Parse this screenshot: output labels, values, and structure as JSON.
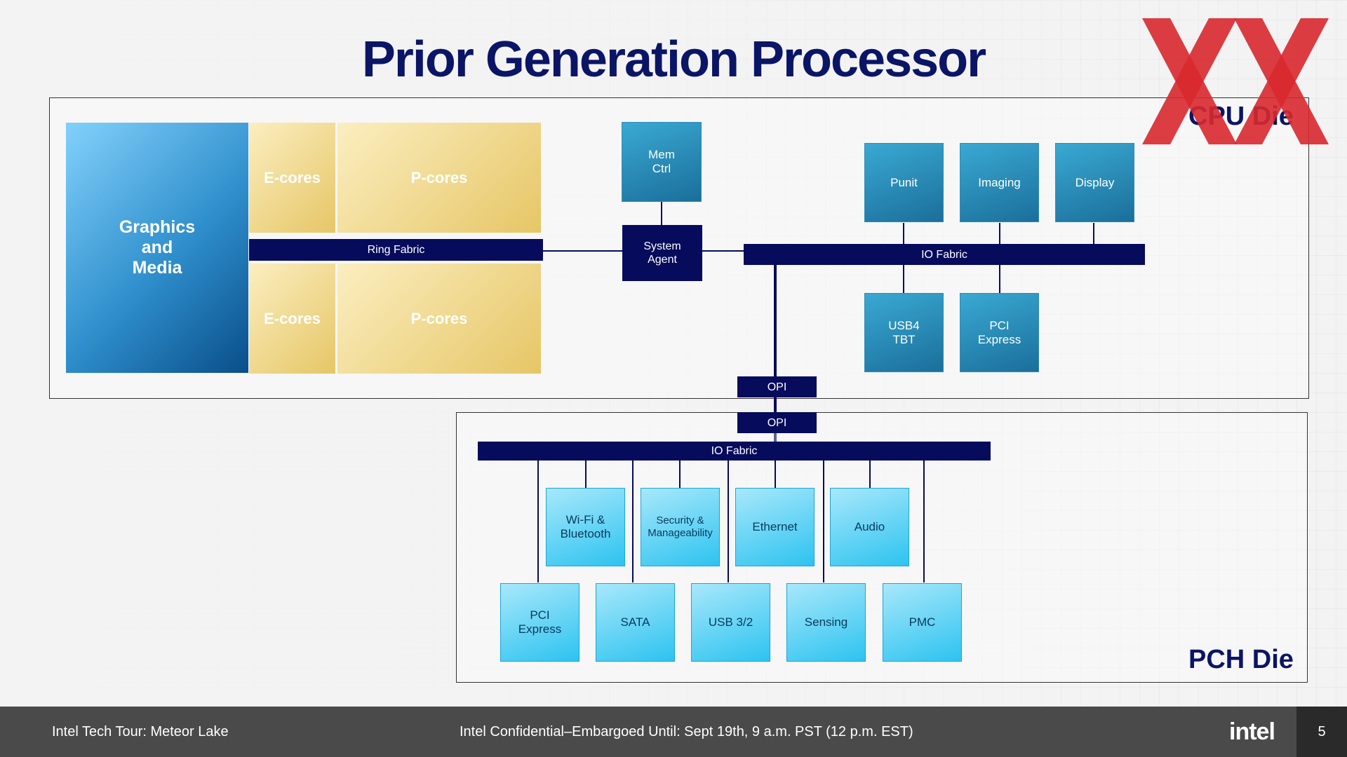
{
  "title": "Prior Generation Processor",
  "cpu_die": {
    "label": "CPU Die",
    "graphics": "Graphics\nand\nMedia",
    "ecores_top": "E-cores",
    "pcores_top": "P-cores",
    "ring_fabric": "Ring Fabric",
    "ecores_bottom": "E-cores",
    "pcores_bottom": "P-cores",
    "mem_ctrl": "Mem\nCtrl",
    "system_agent": "System\nAgent",
    "io_fabric": "IO Fabric",
    "punit": "Punit",
    "imaging": "Imaging",
    "display": "Display",
    "usb4": "USB4\nTBT",
    "pci_express": "PCI\nExpress",
    "opi": "OPI"
  },
  "pch_die": {
    "label": "PCH Die",
    "opi": "OPI",
    "io_fabric": "IO Fabric",
    "row1": [
      "Wi-Fi &\nBluetooth",
      "Security &\nManageability",
      "Ethernet",
      "Audio"
    ],
    "row2": [
      "PCI\nExpress",
      "SATA",
      "USB 3/2",
      "Sensing",
      "PMC"
    ]
  },
  "footer": {
    "left": "Intel Tech Tour: Meteor Lake",
    "center": "Intel Confidential–Embargoed Until: Sept 19th, 9 a.m. PST (12 p.m. EST)",
    "logo": "intel",
    "page": "5"
  },
  "colors": {
    "navy": "#060b5c",
    "title": "#0b1566",
    "red_mark": "#d8282e"
  },
  "icons": [
    "red-x-mark"
  ]
}
